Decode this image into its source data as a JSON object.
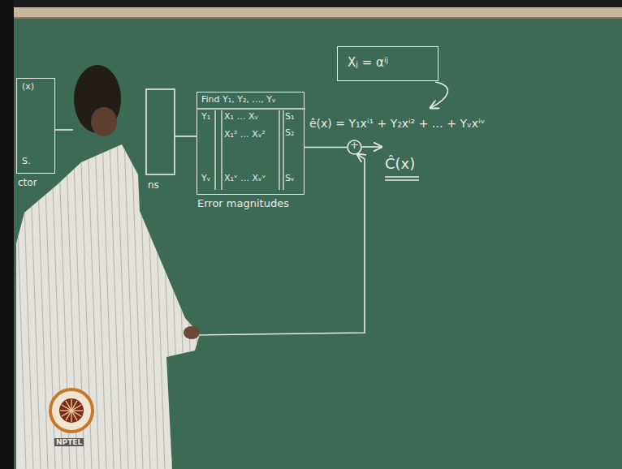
{
  "diagram": {
    "nodes": [
      {
        "text": [
          "(x)",
          "S."
        ]
      },
      {
        "text": [
          "Find Y₁, Y₂, …, Yᵥ",
          "Y₁",
          "Yᵥ",
          "X₁ … Xᵥ",
          "X₁² … Xᵥ²",
          "X₁ᵛ … Xᵥᵛ",
          "S₁",
          "S₂",
          "Sᵥ"
        ]
      },
      {
        "text": [
          "Xⱼ = αⁱʲ"
        ]
      },
      {
        "text": [
          "+"
        ]
      }
    ],
    "edges": [
      {
        "from": 1,
        "to": 3,
        "arrow": "none"
      }
    ],
    "labels": [
      "ctor",
      "ns",
      "Error magnitudes",
      "ê(x) = Y₁xⁱ¹ + Y₂xⁱ² + … + Yᵥxⁱᵛ",
      "Ĉ(x)",
      "NPTEL"
    ]
  }
}
